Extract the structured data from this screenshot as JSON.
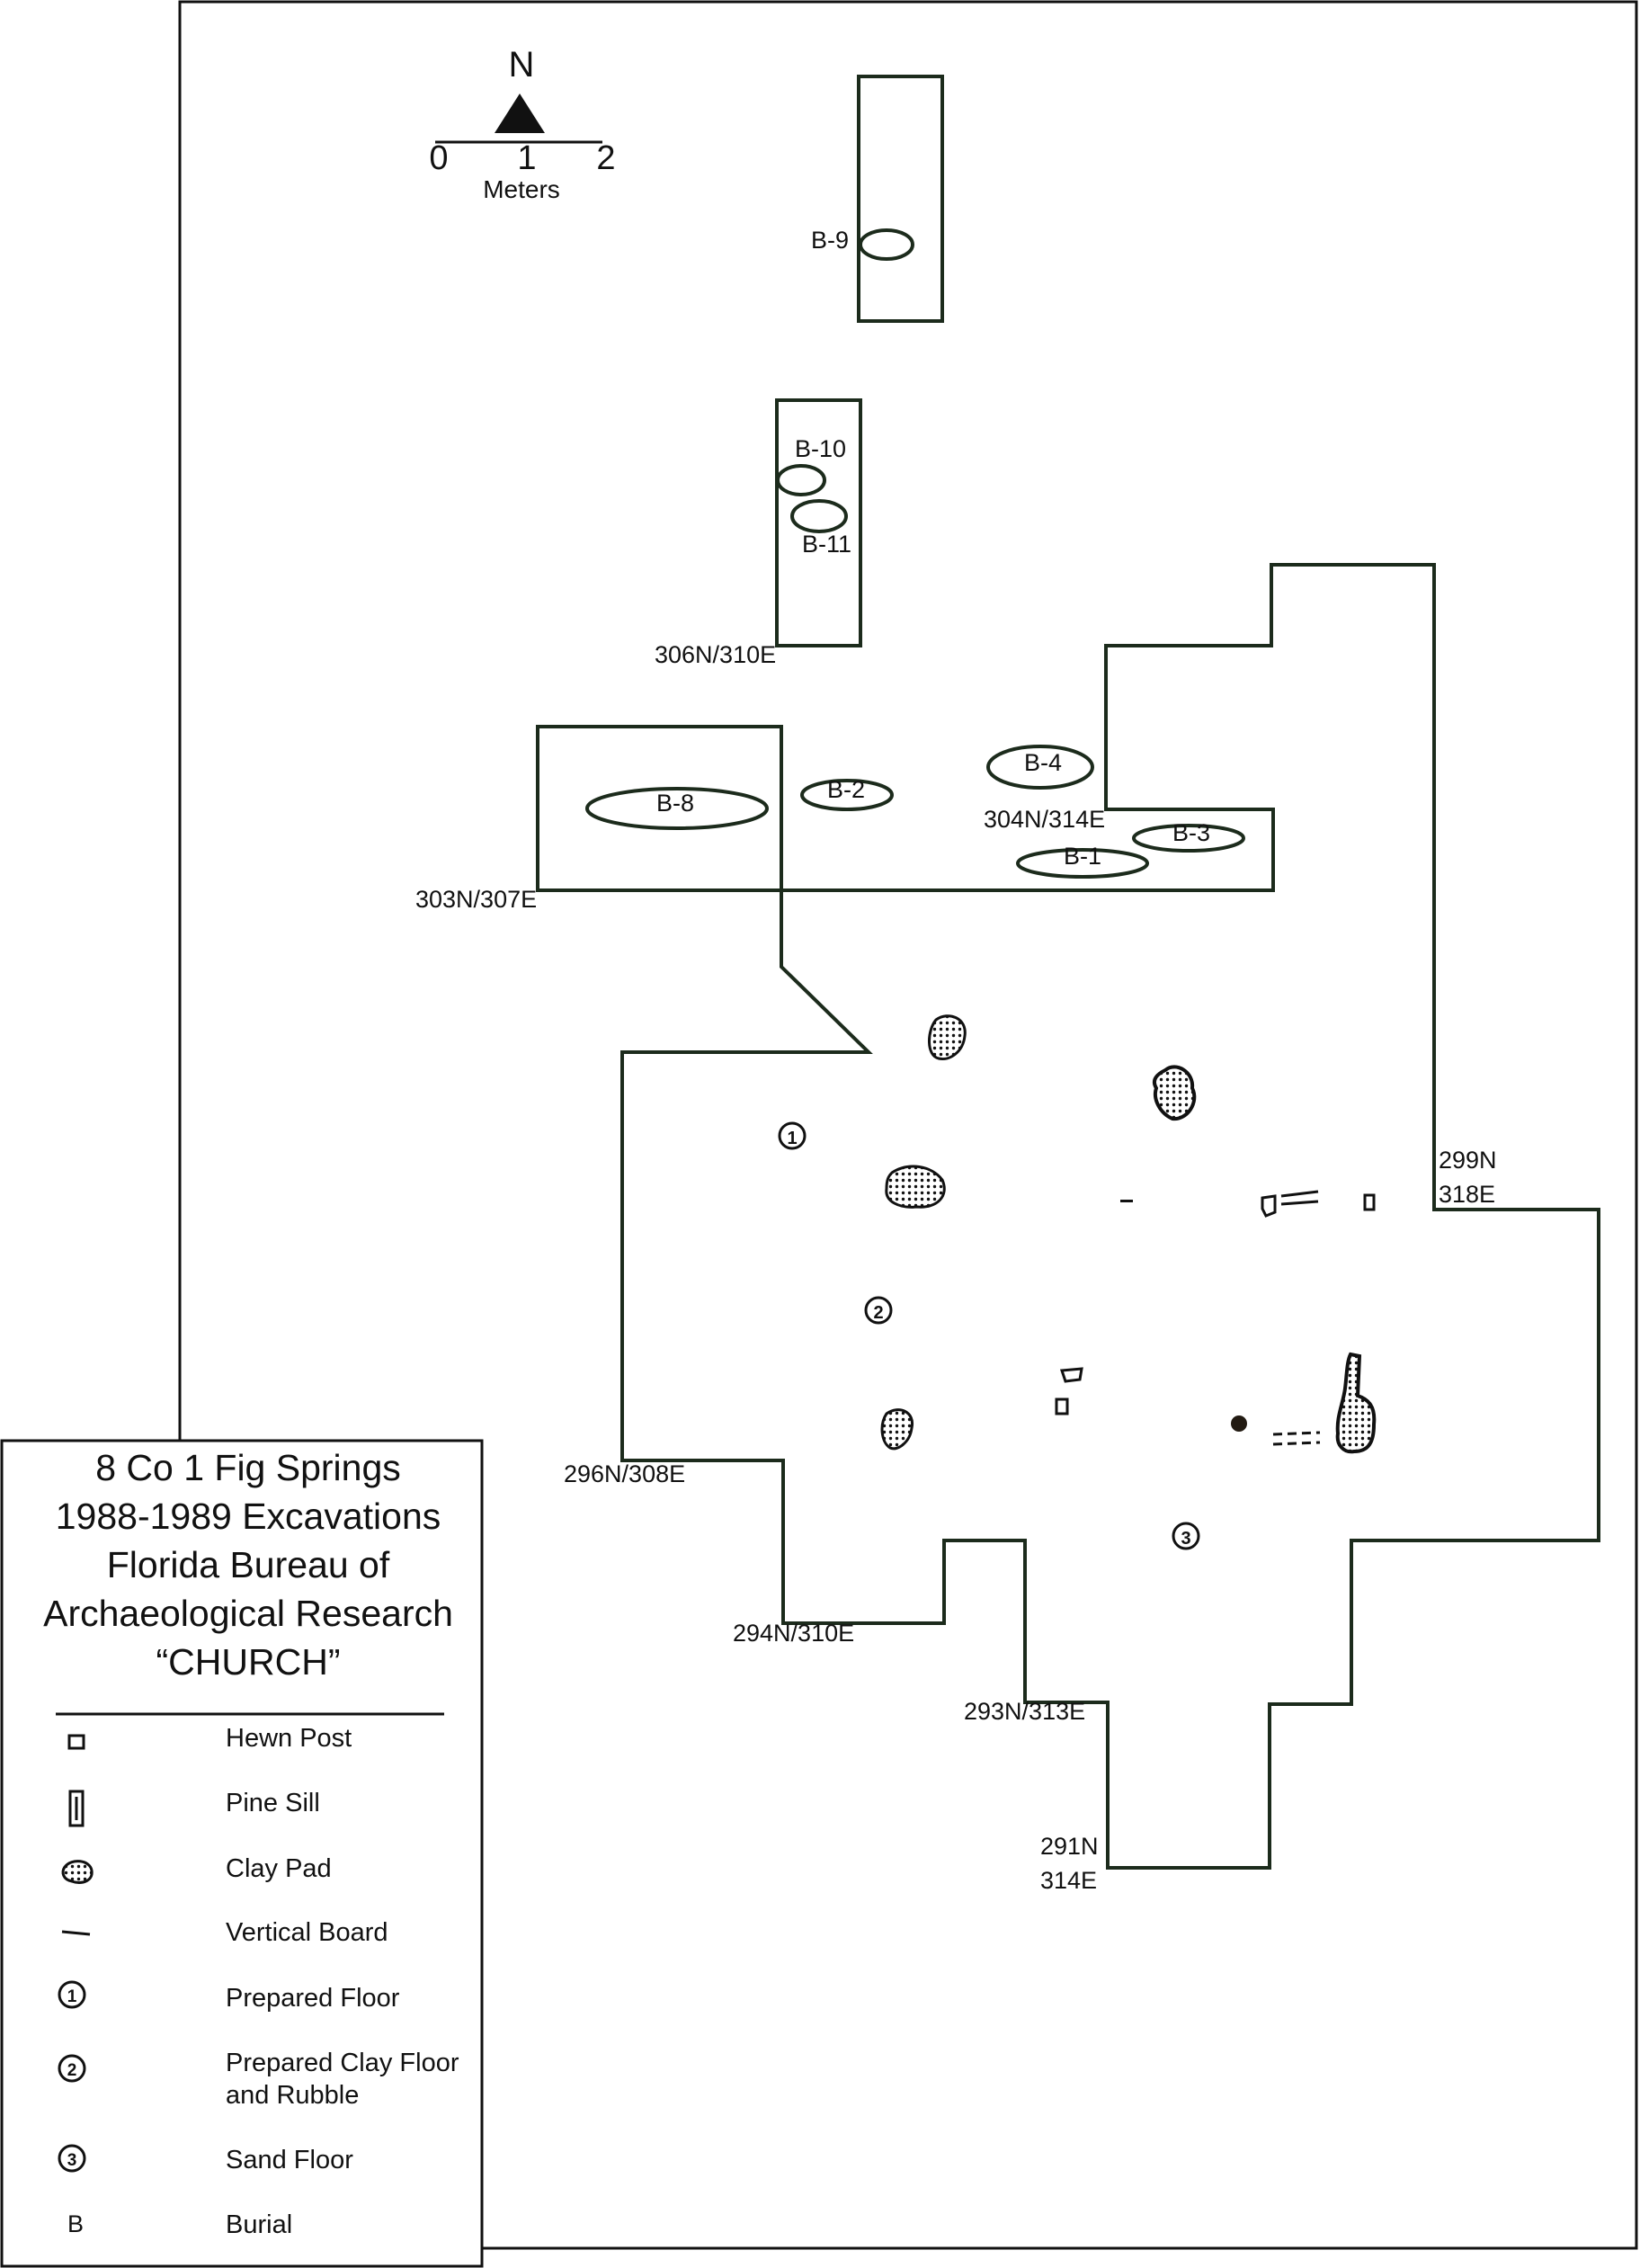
{
  "north_arrow": {
    "label": "N",
    "ticks": [
      "0",
      "1",
      "2"
    ],
    "unit": "Meters"
  },
  "burials": [
    {
      "id": "b9",
      "label": "B-9"
    },
    {
      "id": "b10",
      "label": "B-10"
    },
    {
      "id": "b11",
      "label": "B-11"
    },
    {
      "id": "b4",
      "label": "B-4"
    },
    {
      "id": "b2",
      "label": "B-2"
    },
    {
      "id": "b8",
      "label": "B-8"
    },
    {
      "id": "b3",
      "label": "B-3"
    },
    {
      "id": "b1",
      "label": "B-1"
    }
  ],
  "grid_points": [
    {
      "id": "p306",
      "lines": [
        "306N/310E"
      ]
    },
    {
      "id": "p304",
      "lines": [
        "304N/314E"
      ]
    },
    {
      "id": "p303",
      "lines": [
        "303N/307E"
      ]
    },
    {
      "id": "p299",
      "lines": [
        "299N",
        "318E"
      ]
    },
    {
      "id": "p296",
      "lines": [
        "296N/308E"
      ]
    },
    {
      "id": "p294",
      "lines": [
        "294N/310E"
      ]
    },
    {
      "id": "p293",
      "lines": [
        "293N/313E"
      ]
    },
    {
      "id": "p291",
      "lines": [
        "291N",
        "314E"
      ]
    }
  ],
  "legend": {
    "title_lines": [
      "8 Co 1 Fig Springs",
      "1988-1989 Excavations",
      "Florida Bureau of",
      "Archaeological Research",
      "“CHURCH”"
    ],
    "items": [
      {
        "symbol": "hewn-post",
        "lines": [
          "Hewn Post"
        ]
      },
      {
        "symbol": "pine-sill",
        "lines": [
          "Pine Sill"
        ]
      },
      {
        "symbol": "clay-pad",
        "lines": [
          "Clay Pad"
        ]
      },
      {
        "symbol": "vertical-board",
        "lines": [
          "Vertical Board"
        ]
      },
      {
        "symbol": "prepared-floor",
        "lines": [
          "Prepared Floor"
        ]
      },
      {
        "symbol": "prepared-clay-floor",
        "lines": [
          "Prepared Clay Floor",
          "and Rubble"
        ]
      },
      {
        "symbol": "sand-floor",
        "lines": [
          "Sand Floor"
        ]
      },
      {
        "symbol": "burial",
        "lines": [
          "Burial"
        ]
      }
    ],
    "symbol_glyphs": {
      "prepared-floor": "1",
      "prepared-clay-floor": "2",
      "sand-floor": "3",
      "burial": "B"
    }
  },
  "floor_markers": [
    "1",
    "2",
    "3"
  ],
  "colors": {
    "line": "#1c2b1c",
    "ink": "#111111",
    "background": "#ffffff"
  }
}
